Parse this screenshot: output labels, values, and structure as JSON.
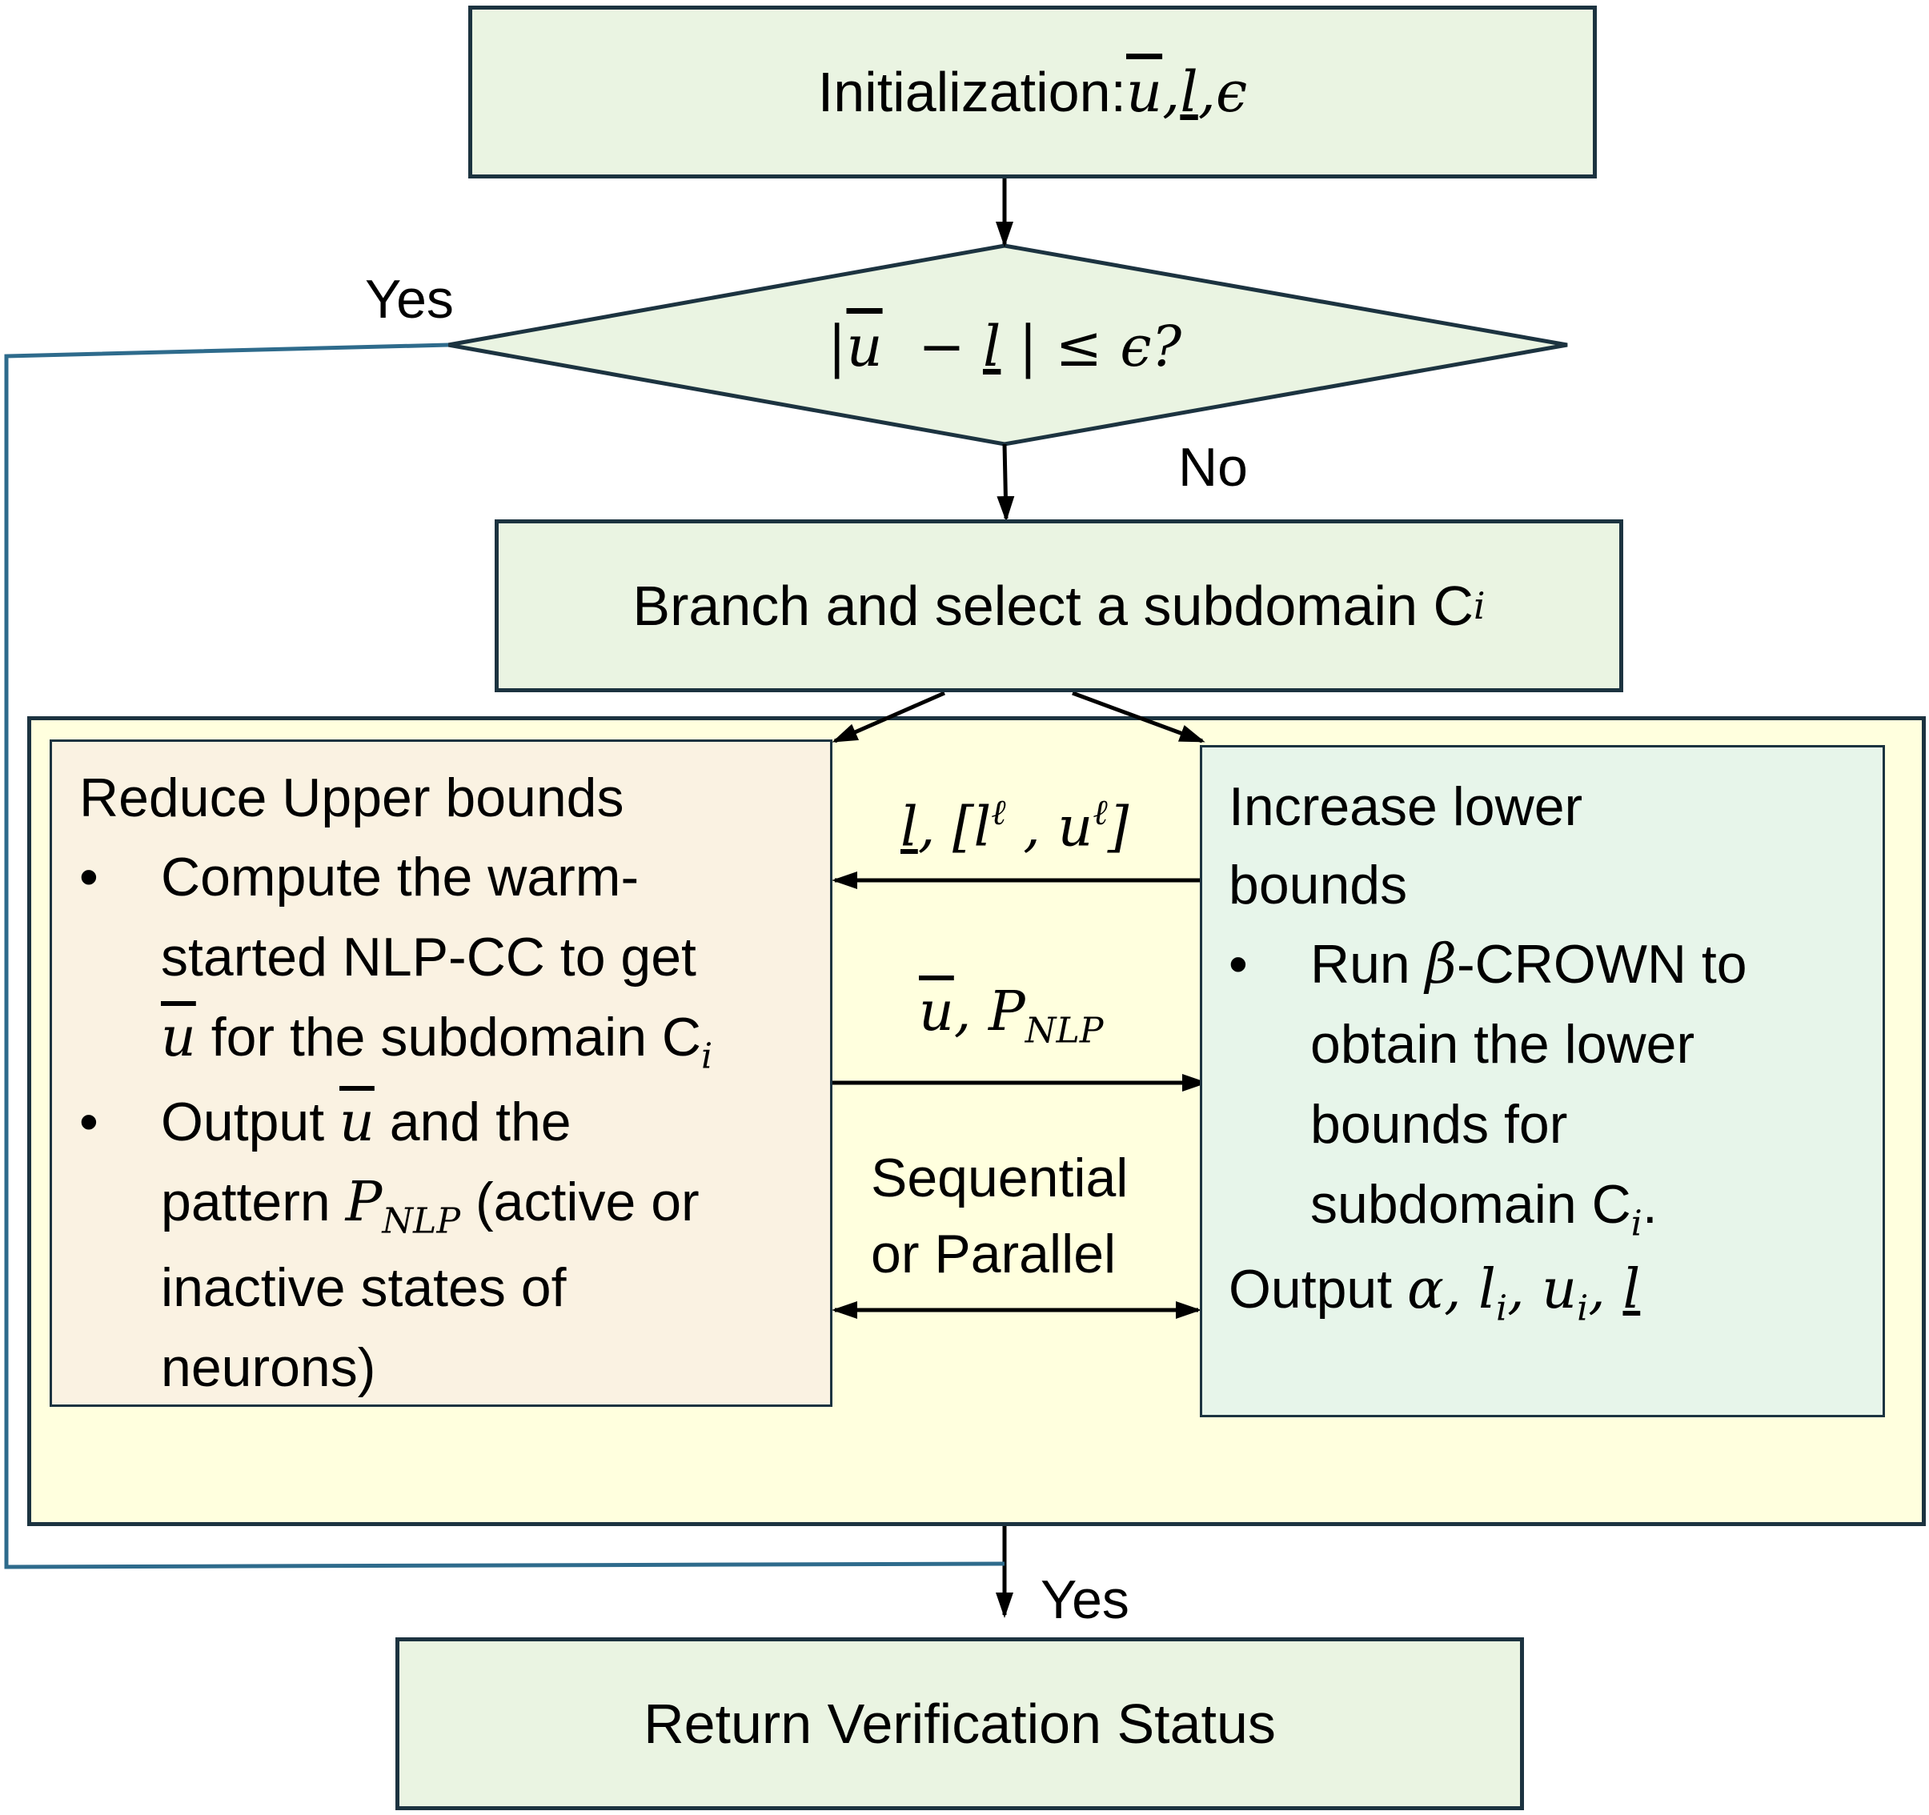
{
  "init": {
    "prefix": "Initialization: ",
    "u": "u",
    "sep1": " , ",
    "l": "l",
    "sep2": ", ",
    "eps": "ϵ"
  },
  "decision": {
    "bar_open": "|",
    "u": "u",
    "minus": "  − ",
    "l": "l",
    "rest": " | ≤ ϵ?"
  },
  "labels": {
    "yes_top": "Yes",
    "no": "No",
    "yes_bottom": "Yes"
  },
  "branch": {
    "text": "Branch and select a subdomain ",
    "ci": "C",
    "ci_sub": "i"
  },
  "left_panel": {
    "title": "Reduce Upper bounds",
    "bullet1_line1": "Compute the warm-",
    "bullet1_line2": "started NLP-CC to get",
    "bullet1_u": "u",
    "bullet1_rest": " for the subdomain ",
    "bullet1_ci": "C",
    "bullet1_ci_sub": "i",
    "bullet2_a": "Output ",
    "bullet2_u": "u",
    "bullet2_b": " and the",
    "bullet2_c": "pattern ",
    "bullet2_p": "P",
    "bullet2_p_sub": "NLP",
    "bullet2_d": " (active or",
    "bullet2_line3": "inactive states of",
    "bullet2_line4": "neurons)"
  },
  "right_panel": {
    "title_line1": "Increase lower",
    "title_line2": "bounds",
    "bullet_a": "Run ",
    "bullet_beta": "β",
    "bullet_b": "-CROWN to",
    "bullet_line2": "obtain the lower",
    "bullet_line3": "bounds for",
    "bullet_line4_a": "subdomain ",
    "bullet_ci": "C",
    "bullet_ci_sub": "i",
    "bullet_line4_end": ".",
    "output_a": "Output ",
    "output_math": "α, l",
    "output_sub1": "i",
    "output_mid": ", u",
    "output_sub2": "i",
    "output_sep": ", ",
    "output_l": "l"
  },
  "middle": {
    "arrow1_l": "l",
    "arrow1_rest": ", [l",
    "arrow1_sup1": "ℓ",
    "arrow1_mid": " , u",
    "arrow1_sup2": "ℓ",
    "arrow1_close": "]",
    "arrow2_u": "u",
    "arrow2_rest": ", P",
    "arrow2_sub": "NLP",
    "mode_line1": "Sequential",
    "mode_line2": "or Parallel"
  },
  "final": {
    "text": "Return Verification Status"
  },
  "colors": {
    "box_fill": "#eaf4e2",
    "outer_fill": "#ffffde",
    "left_fill": "#faf2e2",
    "right_fill": "#e7f5ea",
    "border": "#1c3340",
    "loop_line": "#2e6b8c"
  }
}
